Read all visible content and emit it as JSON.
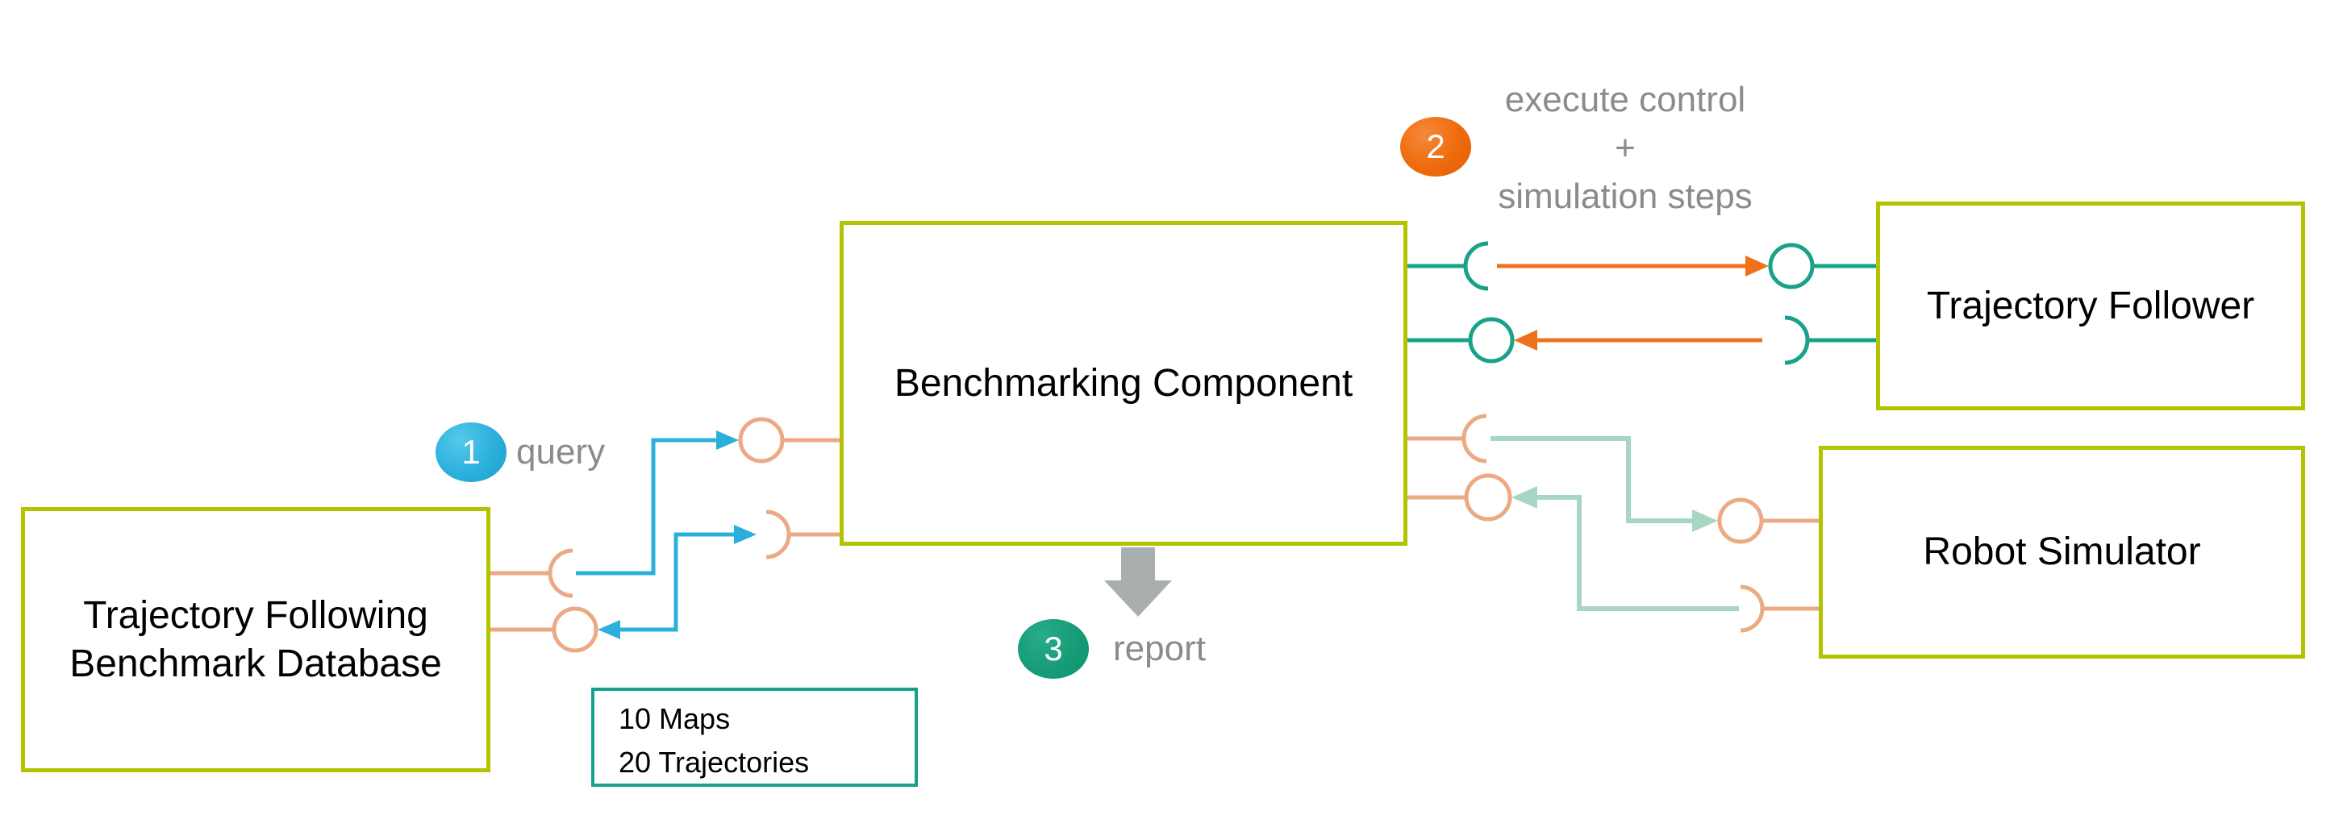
{
  "diagram": {
    "nodes": {
      "benchmark_database": {
        "line1": "Trajectory Following",
        "line2": "Benchmark Database"
      },
      "benchmarking_component": {
        "label": "Benchmarking Component"
      },
      "trajectory_follower": {
        "label": "Trajectory Follower"
      },
      "robot_simulator": {
        "label": "Robot Simulator"
      },
      "dataset_info": {
        "line1": "10 Maps",
        "line2": "20 Trajectories"
      }
    },
    "steps": {
      "step1": {
        "number": "1",
        "label": "query",
        "color": "#2bb0dc"
      },
      "step2": {
        "number": "2",
        "line1": "execute control",
        "line2": "+",
        "line3": "simulation steps",
        "color": "#ee6a0c"
      },
      "step3": {
        "number": "3",
        "label": "report",
        "color": "#169c77"
      }
    },
    "colors": {
      "component_border": "#b2c300",
      "note_border": "#17a08e",
      "teal_connector": "#18a28a",
      "salmon_connector": "#ecaa84",
      "mint_connector": "#a7d7c3",
      "blue_connector": "#2bb0dc",
      "orange_connector": "#f0711c",
      "report_arrow": "#a9aeae",
      "label_text": "#8b8b8b"
    }
  }
}
